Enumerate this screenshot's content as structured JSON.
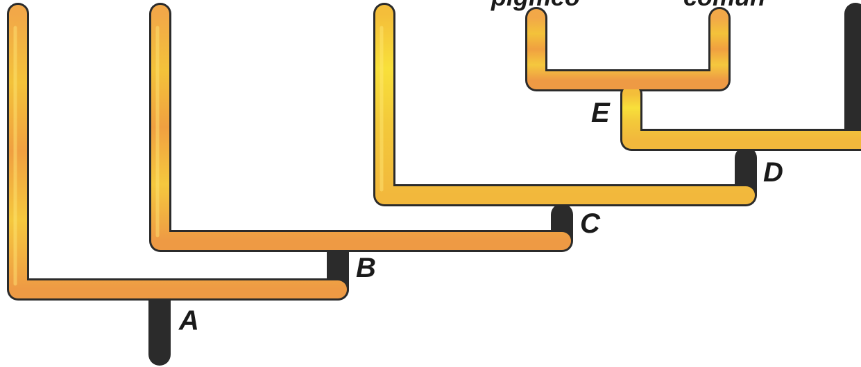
{
  "tips": {
    "left_upper": "pigmeo",
    "right_upper": "común"
  },
  "nodes": {
    "A": "A",
    "B": "B",
    "C": "C",
    "D": "D",
    "E": "E"
  },
  "colors": {
    "branch_orange": "#f0a040",
    "branch_yellow": "#f6d23a",
    "outline": "#2b2b2b",
    "label_text": "#1a1a1a"
  }
}
